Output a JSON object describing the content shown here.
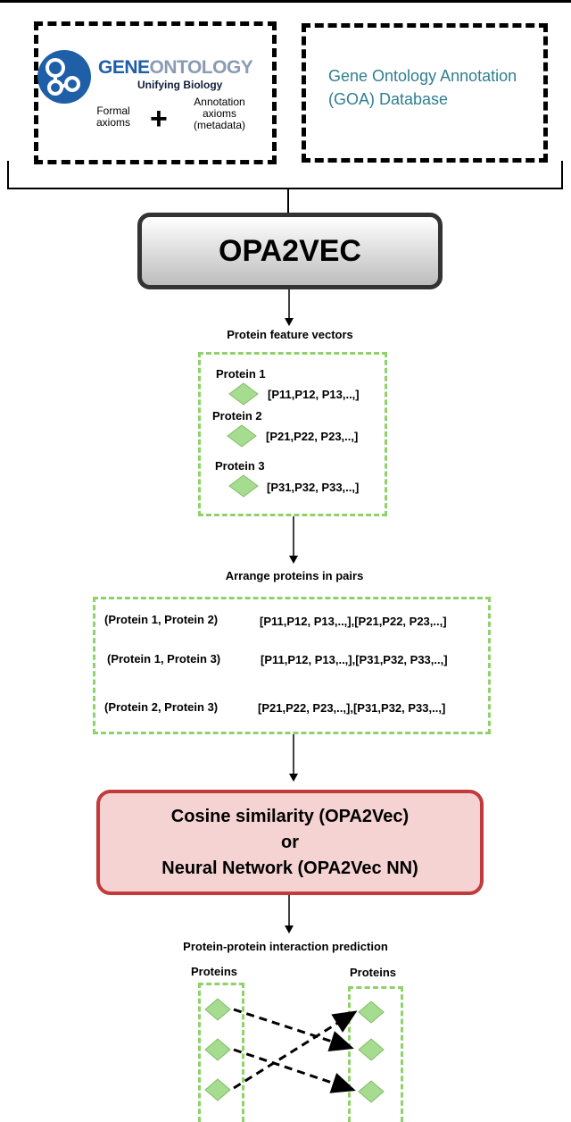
{
  "sources": {
    "go_logo": {
      "word_gene": "GENE",
      "word_ontology": "ONTOLOGY",
      "tagline": "Unifying Biology"
    },
    "formal_axioms": [
      "Formal",
      "axioms"
    ],
    "plus": "+",
    "annotation_axioms": [
      "Annotation",
      "axioms",
      "(metadata)"
    ],
    "goa": [
      "Gene Ontology Annotation",
      "(GOA) Database"
    ]
  },
  "opa2vec": {
    "label": "OPA2VEC"
  },
  "feature_vectors": {
    "title": "Protein feature vectors",
    "proteins": [
      {
        "name": "Protein 1",
        "vector": "[P11,P12, P13,..,]"
      },
      {
        "name": "Protein 2",
        "vector": "[P21,P22, P23,..,]"
      },
      {
        "name": "Protein 3",
        "vector": "[P31,P32, P33,..,]"
      }
    ]
  },
  "pairs": {
    "title": "Arrange proteins in pairs",
    "rows": [
      {
        "pair": "(Protein 1, Protein 2)",
        "vectors": "[P11,P12, P13,..,],[P21,P22, P23,..,]"
      },
      {
        "pair": "(Protein 1, Protein 3)",
        "vectors": "[P11,P12, P13,..,],[P31,P32, P33,..,]"
      },
      {
        "pair": "(Protein 2, Protein 3)",
        "vectors": "[P21,P22, P23,..,],[P31,P32, P33,..,]"
      }
    ]
  },
  "model": {
    "line1": "Cosine similarity (OPA2Vec)",
    "line2": "or",
    "line3": "Neural Network (OPA2Vec NN)"
  },
  "prediction": {
    "title": "Protein-protein interaction prediction",
    "left_label": "Proteins",
    "right_label": "Proteins"
  },
  "colors": {
    "green_dash": "#8fd16a",
    "diamond_fill": "#a6dc8f",
    "model_fill": "#f6d3d3",
    "model_border": "#c23b3b",
    "goa_text": "#2f7f8f",
    "go_logo_blue": "#1f5fa8"
  }
}
